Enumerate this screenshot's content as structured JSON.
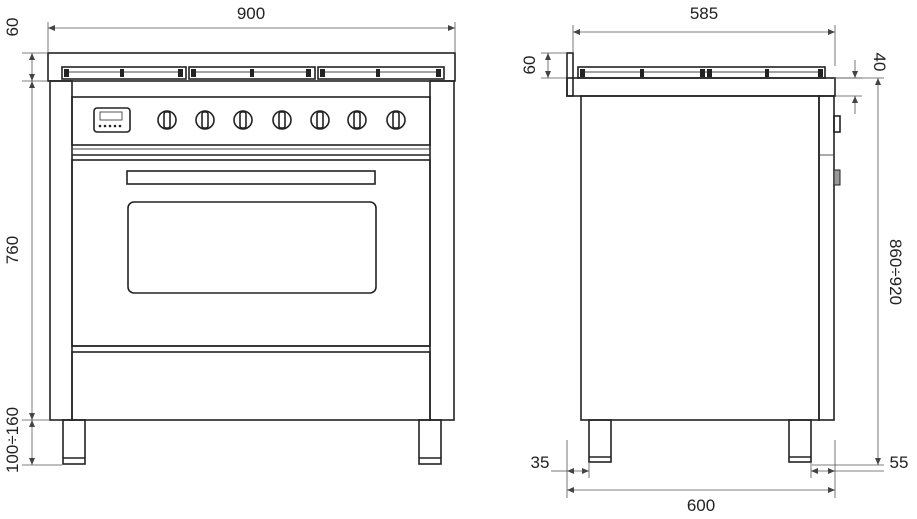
{
  "front_view": {
    "width_label": "900",
    "top_height_label": "60",
    "body_height_label": "760",
    "leg_height_label": "100÷160"
  },
  "side_view": {
    "depth_label": "585",
    "top_height_label": "60",
    "top_overhang_label": "40",
    "total_height_label": "860÷920",
    "leg_offset_left_label": "35",
    "leg_offset_right_label": "55",
    "overall_depth_label": "600"
  },
  "colors": {
    "line": "#222222",
    "background": "#ffffff"
  }
}
